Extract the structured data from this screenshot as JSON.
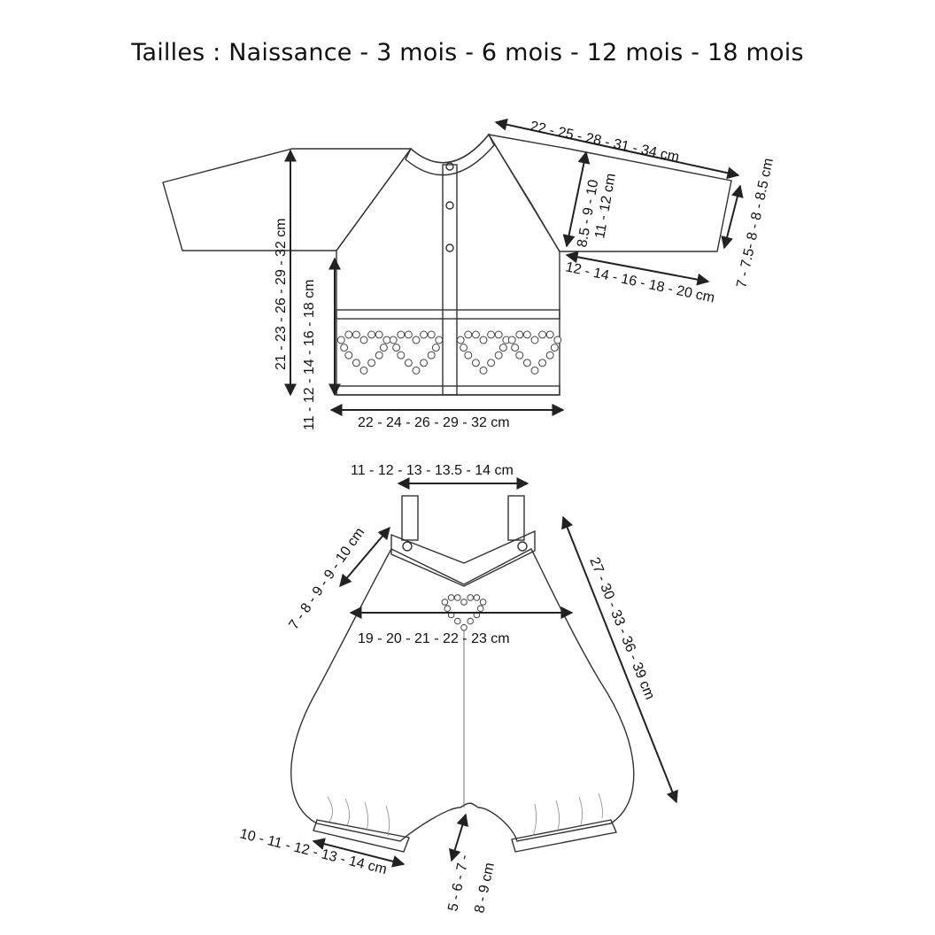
{
  "title": "Tailles : Naissance - 3 mois - 6 mois - 12 mois - 18 mois",
  "cardigan": {
    "sleeve_length": "22 - 25 - 28 - 31 - 34 cm",
    "raglan_depth": "8.5 - 9 - 10",
    "raglan_depth_2": "11 - 12 cm",
    "cuff_width": "7 - 7.5- 8 - 8 - 8.5 cm",
    "underarm_sleeve": "12 - 14 - 16 - 18 - 20 cm",
    "total_length": "21 - 23 - 26 - 29 - 32 cm",
    "body_length": "11 - 12 - 14 - 16 - 18 cm",
    "width": "22 - 24 - 26 - 29 - 32 cm"
  },
  "romper": {
    "strap_spacing": "11 - 12 - 13 - 13.5 - 14 cm",
    "strap_length": "7 - 8 - 9 - 9 - 10 cm",
    "width": "19 - 20 - 21 - 22 - 23 cm",
    "side_length": "27 - 30 - 33 - 36 - 39 cm",
    "leg_cuff": "10 - 11 - 12 - 13 - 14 cm",
    "crotch_a": "5 - 6 - 7 -",
    "crotch_b": "8 - 9 cm"
  },
  "colors": {
    "ink": "#222222",
    "background": "#ffffff"
  }
}
